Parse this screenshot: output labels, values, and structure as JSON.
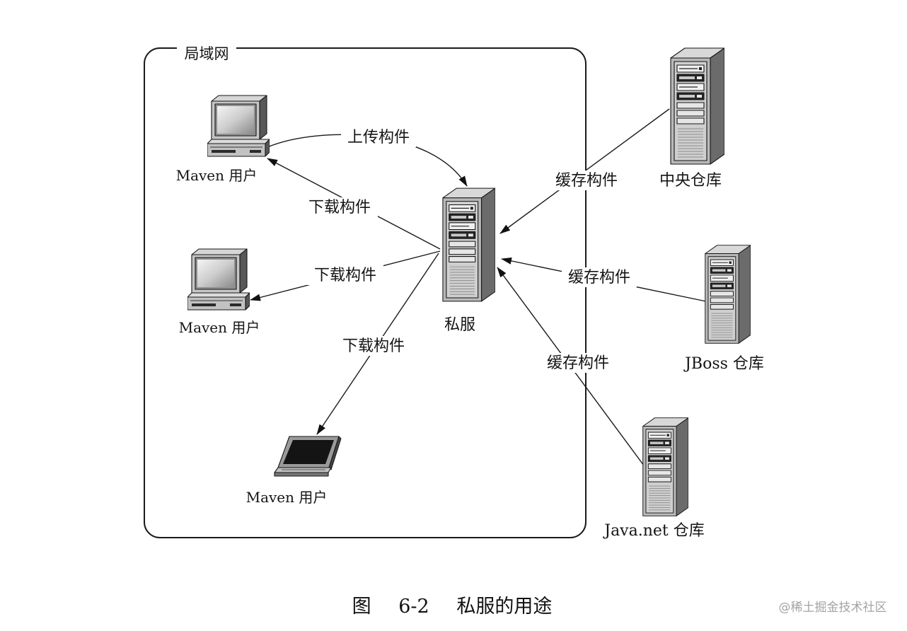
{
  "lan": {
    "label": "局域网"
  },
  "nodes": {
    "user_desktop_1": "Maven 用户",
    "user_desktop_2": "Maven 用户",
    "user_laptop": "Maven 用户",
    "private_server": "私服",
    "central_repo": "中央仓库",
    "jboss_repo": "JBoss 仓库",
    "javanet_repo": "Java.net 仓库"
  },
  "edges": {
    "upload": "上传构件",
    "download_1": "下载构件",
    "download_2": "下载构件",
    "download_3": "下载构件",
    "cache_central": "缓存构件",
    "cache_jboss": "缓存构件",
    "cache_javanet": "缓存构件"
  },
  "icons": {
    "desktop": "desktop-computer-icon",
    "laptop": "laptop-icon",
    "server": "server-icon"
  },
  "figure": {
    "caption": "图 6-2 私服的用途",
    "watermark": "@稀土掘金技术社区"
  }
}
